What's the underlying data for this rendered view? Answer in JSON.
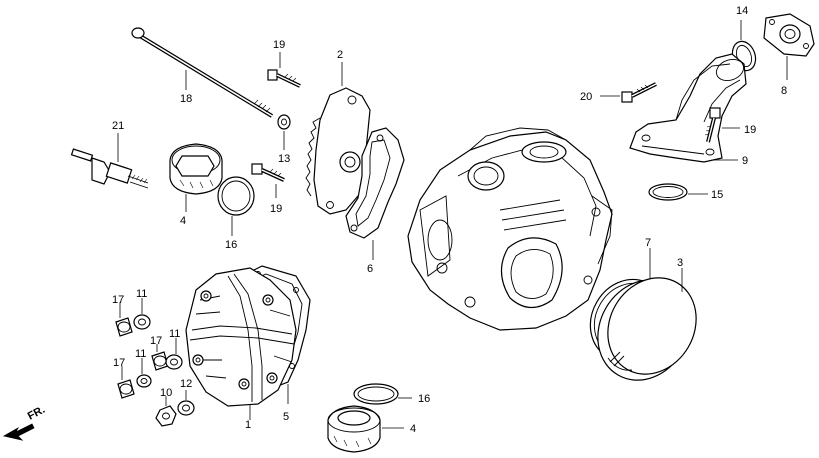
{
  "callouts": {
    "p18": "18",
    "p19a": "19",
    "p13": "13",
    "p2": "2",
    "p21": "21",
    "p4a": "4",
    "p16a": "16",
    "p19b": "19",
    "p6": "6",
    "p14": "14",
    "p8": "8",
    "p20": "20",
    "p19c": "19",
    "p9": "9",
    "p15": "15",
    "p7": "7",
    "p3": "3",
    "p17a": "17",
    "p11a": "11",
    "p17b": "17",
    "p11b": "11",
    "p17c": "17",
    "p11c": "11",
    "p10": "10",
    "p12": "12",
    "p1": "1",
    "p5": "5",
    "p16b": "16",
    "p4b": "4"
  },
  "direction_label": "FR."
}
